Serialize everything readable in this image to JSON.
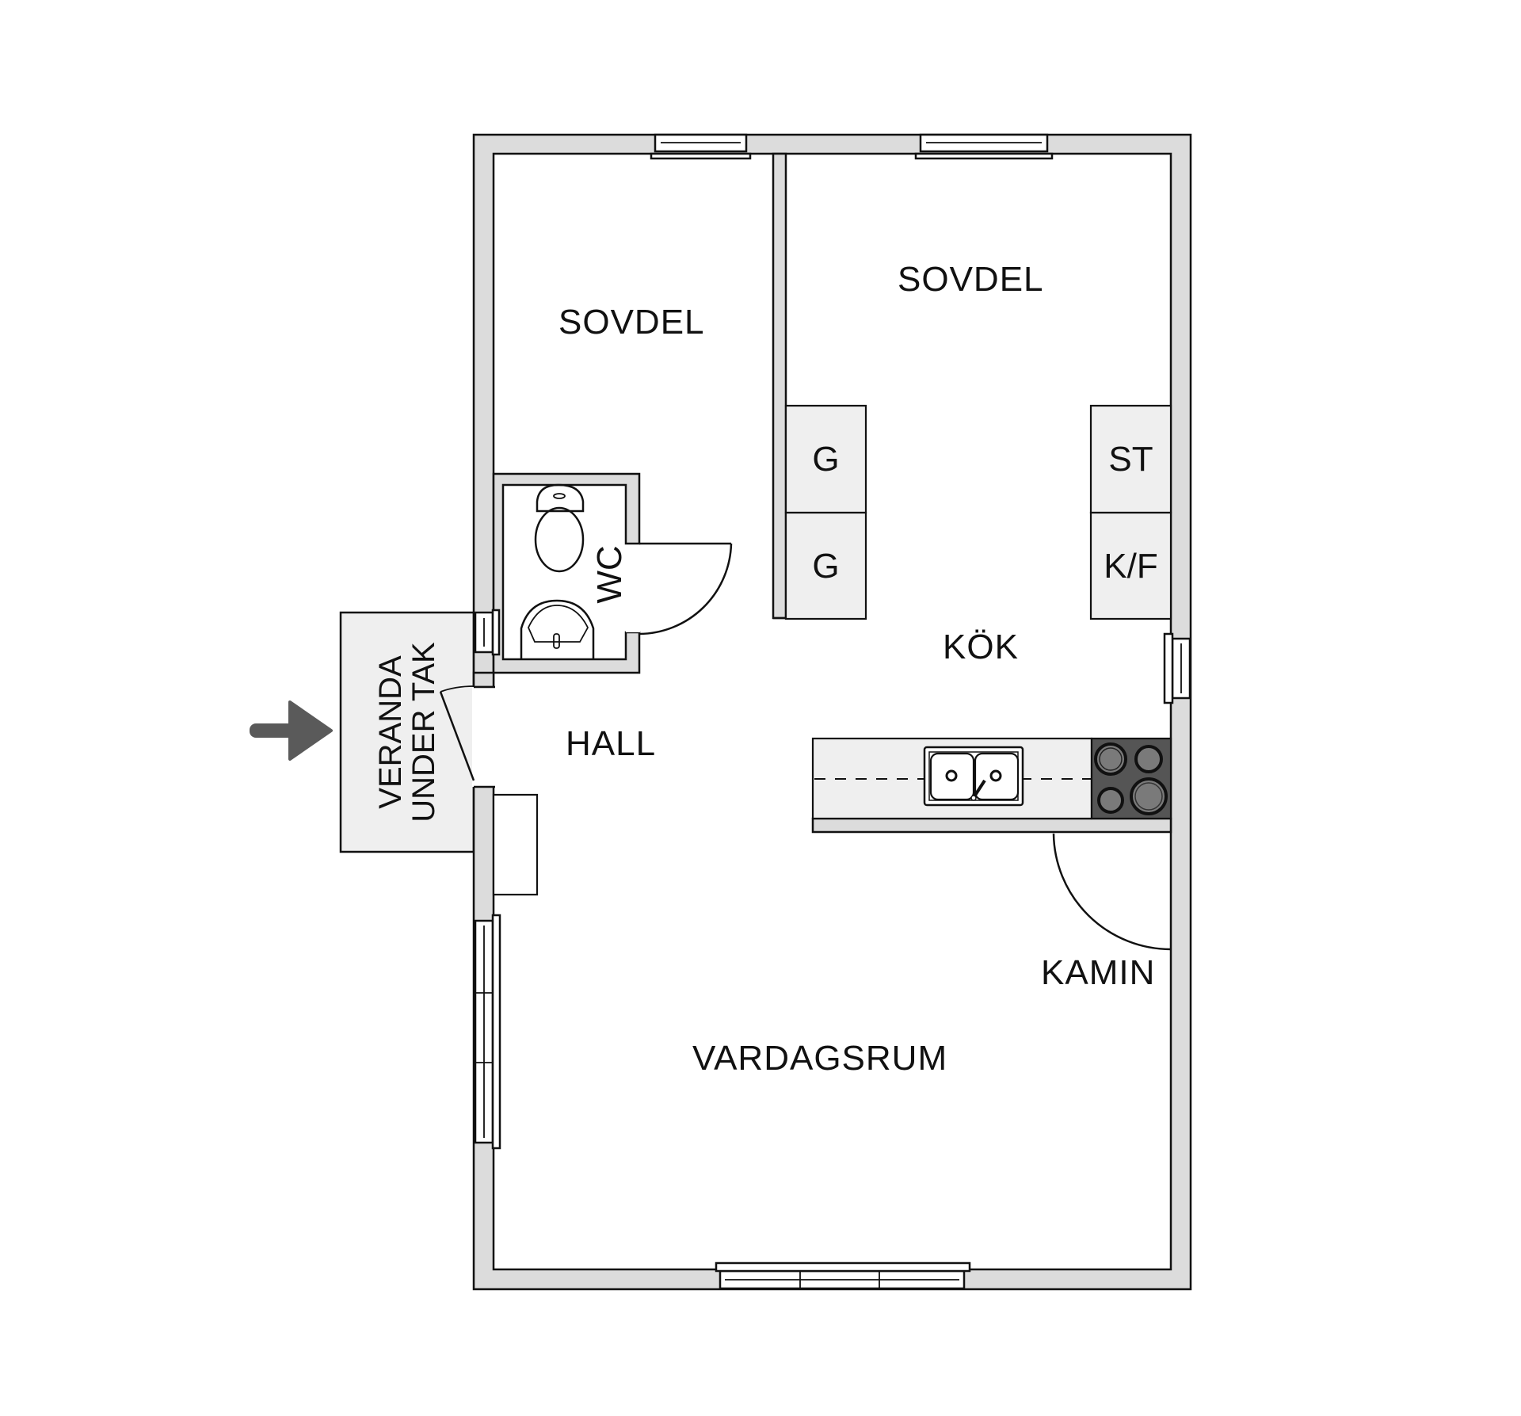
{
  "plan": {
    "rooms": [
      {
        "id": "sovdel_left",
        "label": "SOVDEL"
      },
      {
        "id": "sovdel_right",
        "label": "SOVDEL"
      },
      {
        "id": "wc",
        "label": "WC"
      },
      {
        "id": "kok",
        "label": "KÖK"
      },
      {
        "id": "hall",
        "label": "HALL"
      },
      {
        "id": "vardagsrum",
        "label": "VARDAGSRUM"
      },
      {
        "id": "kamin",
        "label": "KAMIN"
      }
    ],
    "veranda": {
      "line1": "VERANDA",
      "line2": "UNDER TAK"
    },
    "cabinets": [
      {
        "label": "G"
      },
      {
        "label": "G"
      },
      {
        "label": "ST"
      },
      {
        "label": "K/F"
      }
    ],
    "entry_arrow": "entrance-arrow",
    "colors": {
      "wall_fill": "#dcdcdc",
      "cabinet_fill": "#efefef",
      "stove_fill": "#555555",
      "burner_fill": "#7a7a7a",
      "arrow_fill": "#5a5a5a",
      "line": "#111111"
    }
  }
}
